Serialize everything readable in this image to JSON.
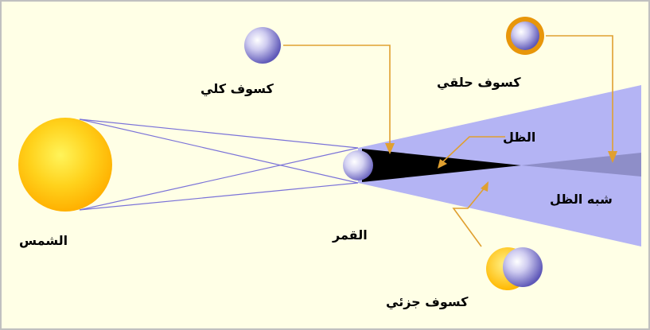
{
  "labels": {
    "sun": "الشمس",
    "moon": "القمر",
    "umbra": "الظل",
    "penumbra": "شبه الظل",
    "total_eclipse": "كسوف كلي",
    "annular_eclipse": "كسوف حلقي",
    "partial_eclipse": "كسوف جزئي"
  },
  "colors": {
    "background": "#FFFFE6",
    "border": "#C0C0C0",
    "sun": "#FFC000",
    "moon": "#8E86D6",
    "penumbra": "#B4B4F4",
    "umbra": "#000000",
    "antumbra": "#8E8EC8",
    "pointer": "#E0A030",
    "ring": "#E8960A"
  }
}
